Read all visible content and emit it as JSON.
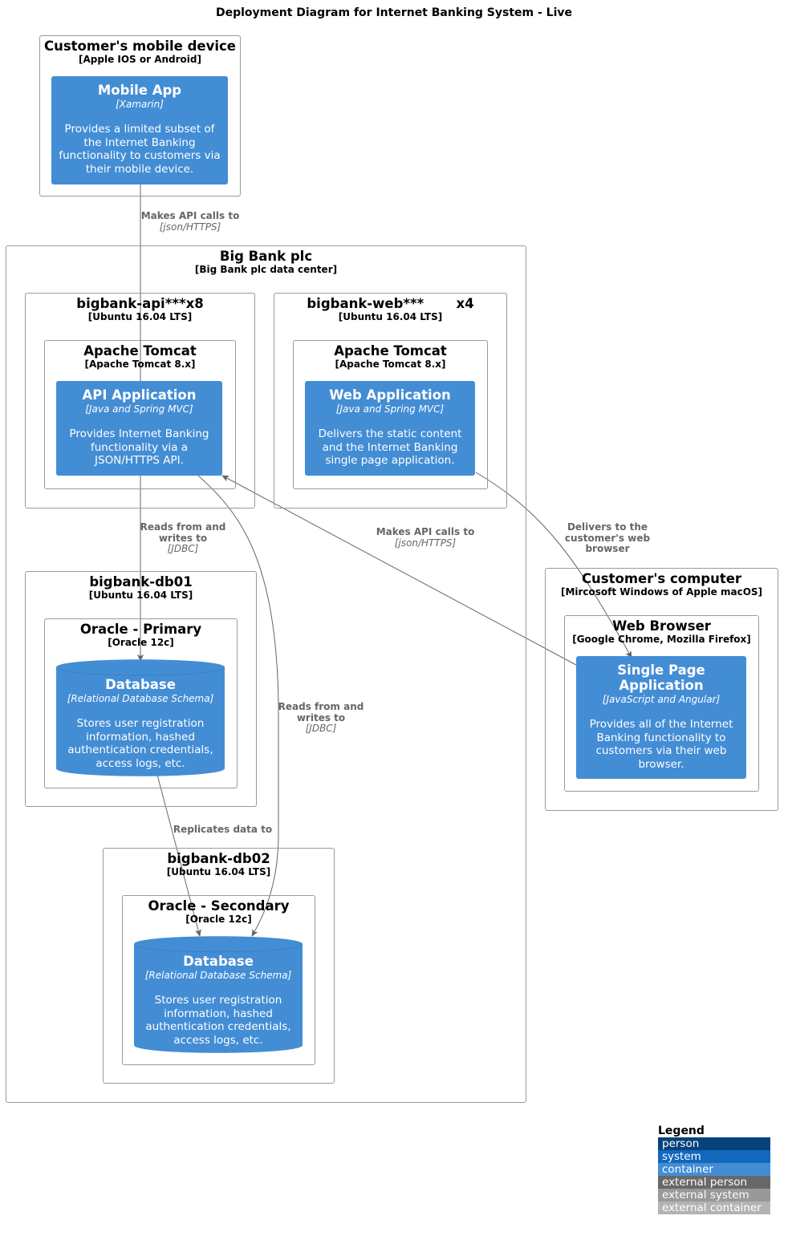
{
  "title": "Deployment Diagram for Internet Banking System - Live",
  "nodes": {
    "mobile_device": {
      "name": "Customer's mobile device",
      "tech": "[Apple IOS or Android]"
    },
    "big_bank": {
      "name": "Big Bank plc",
      "tech": "[Big Bank plc data center]"
    },
    "api_node": {
      "name": "bigbank-api***x8",
      "tech": "[Ubuntu 16.04 LTS]"
    },
    "api_tomcat": {
      "name": "Apache Tomcat",
      "tech": "[Apache Tomcat 8.x]"
    },
    "web_node": {
      "name": "bigbank-web***       x4",
      "tech": "[Ubuntu 16.04 LTS]"
    },
    "web_tomcat": {
      "name": "Apache Tomcat",
      "tech": "[Apache Tomcat 8.x]"
    },
    "db01": {
      "name": "bigbank-db01",
      "tech": "[Ubuntu 16.04 LTS]"
    },
    "oracle_primary": {
      "name": "Oracle - Primary",
      "tech": "[Oracle 12c]"
    },
    "db02": {
      "name": "bigbank-db02",
      "tech": "[Ubuntu 16.04 LTS]"
    },
    "oracle_secondary": {
      "name": "Oracle - Secondary",
      "tech": "[Oracle 12c]"
    },
    "customer_computer": {
      "name": "Customer's computer",
      "tech": "[Mircosoft Windows of Apple macOS]"
    },
    "web_browser": {
      "name": "Web Browser",
      "tech": "[Google Chrome, Mozilla Firefox]"
    }
  },
  "containers": {
    "mobile_app": {
      "name": "Mobile App",
      "tech": "[Xamarin]",
      "desc": "Provides a limited subset of the Internet Banking functionality to customers via their mobile device."
    },
    "api_app": {
      "name": "API Application",
      "tech": "[Java and Spring MVC]",
      "desc": "Provides Internet Banking functionality via a JSON/HTTPS API."
    },
    "web_app": {
      "name": "Web Application",
      "tech": "[Java and Spring MVC]",
      "desc": "Delivers the static content and the Internet Banking single page application."
    },
    "db_primary": {
      "name": "Database",
      "tech": "[Relational Database Schema]",
      "desc": "Stores user registration information, hashed authentication credentials, access logs, etc."
    },
    "db_secondary": {
      "name": "Database",
      "tech": "[Relational Database Schema]",
      "desc": "Stores user registration information, hashed authentication credentials, access logs, etc."
    },
    "spa": {
      "name": "Single Page Application",
      "tech": "[JavaScript and Angular]",
      "desc": "Provides all of the Internet Banking functionality to customers via their web browser."
    }
  },
  "edges": {
    "mobile_to_api": {
      "label": "Makes API calls to",
      "proto": "[json/HTTPS]"
    },
    "api_to_primary": {
      "label": "Reads from and writes to",
      "proto": "[JDBC]"
    },
    "api_to_secondary": {
      "label": "Reads from and writes to",
      "proto": "[JDBC]"
    },
    "spa_to_api": {
      "label": "Makes API calls to",
      "proto": "[json/HTTPS]"
    },
    "web_to_spa": {
      "label": "Delivers to the customer's web browser",
      "proto": ""
    },
    "replicates": {
      "label": "Replicates data to",
      "proto": ""
    }
  },
  "legend": {
    "title": "Legend",
    "items": [
      {
        "label": "person",
        "color": "#08427b"
      },
      {
        "label": "system",
        "color": "#1168bd"
      },
      {
        "label": "container",
        "color": "#438dd5"
      },
      {
        "label": "external person",
        "color": "#686868"
      },
      {
        "label": "external system",
        "color": "#999999"
      },
      {
        "label": "external container",
        "color": "#b3b3b3"
      }
    ]
  },
  "colors": {
    "container": "#438dd5",
    "edge": "#666666",
    "border": "#9a9a9a"
  }
}
